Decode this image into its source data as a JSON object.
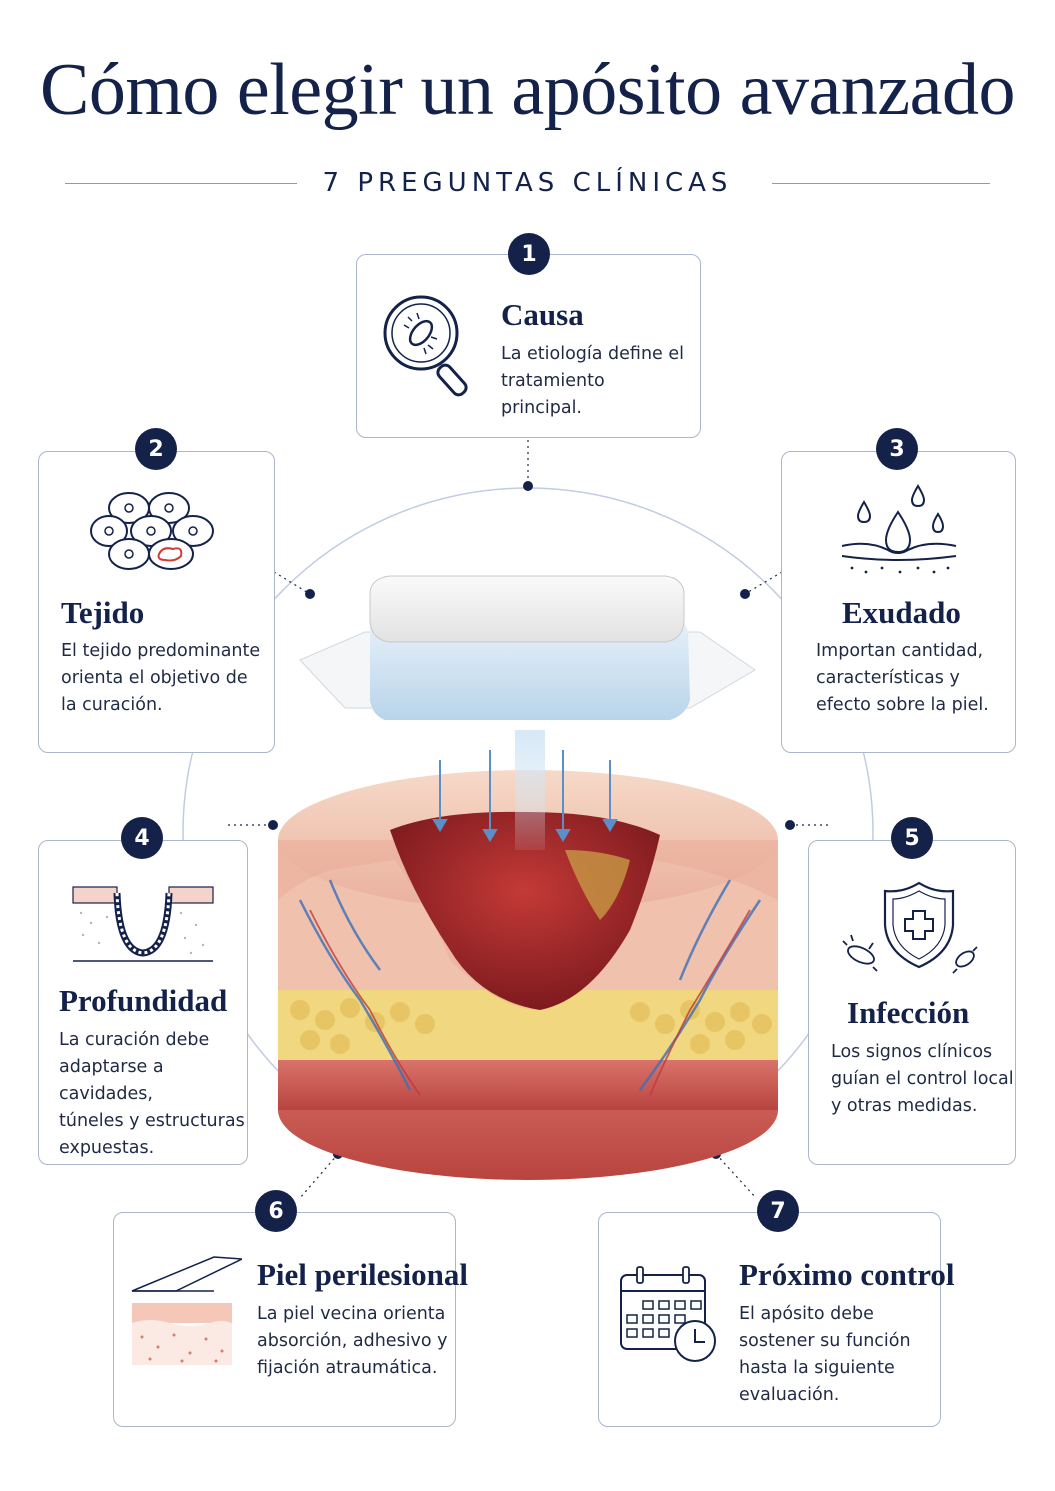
{
  "header": {
    "title": "Cómo elegir un apósito avanzado",
    "subtitle": "7 PREGUNTAS CLÍNICAS"
  },
  "cards": [
    {
      "number": "1",
      "title": "Causa",
      "lines": [
        "La etiología define el",
        "tratamiento principal."
      ],
      "icon": "magnifier-bacteria-icon"
    },
    {
      "number": "2",
      "title": "Tejido",
      "lines": [
        "El tejido predominante",
        "orienta el objetivo de",
        "la curación."
      ],
      "icon": "cells-icon"
    },
    {
      "number": "3",
      "title": "Exudado",
      "lines": [
        "Importan cantidad,",
        "características y",
        "efecto sobre la piel."
      ],
      "icon": "droplets-icon"
    },
    {
      "number": "4",
      "title": "Profundidad",
      "lines": [
        "La curación debe",
        "adaptarse a cavidades,",
        "túneles y estructuras",
        "expuestas."
      ],
      "icon": "wound-depth-icon"
    },
    {
      "number": "5",
      "title": "Infección",
      "lines": [
        "Los signos clínicos",
        "guían el control local",
        "y otras medidas."
      ],
      "icon": "shield-bacteria-icon"
    },
    {
      "number": "6",
      "title": "Piel perilesional",
      "lines": [
        "La piel vecina orienta",
        "absorción, adhesivo y",
        "fijación atraumática."
      ],
      "icon": "skin-dressing-icon"
    },
    {
      "number": "7",
      "title": "Próximo control",
      "lines": [
        "El apósito debe",
        "sostener su función",
        "hasta la siguiente",
        "evaluación."
      ],
      "icon": "calendar-clock-icon"
    }
  ],
  "colors": {
    "navy": "#14224a",
    "border": "#aab6cc",
    "skin": "#f2c4b3",
    "wound": "#a8262b",
    "fat": "#f1d77f",
    "vessel": "#3c6fb8"
  }
}
